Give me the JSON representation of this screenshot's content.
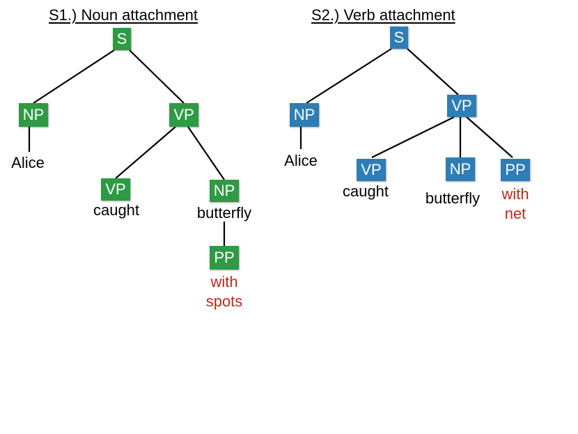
{
  "colors": {
    "tree1_node": "#2e9a44",
    "tree2_node": "#2e7db5",
    "pp_word": "#c0281c",
    "text": "#000000"
  },
  "tree1": {
    "title": "S1.) Noun attachment",
    "nodes": {
      "s": "S",
      "np": "NP",
      "vp": "VP",
      "vp_child": "VP",
      "np_child": "NP",
      "pp": "PP"
    },
    "words": {
      "alice": "Alice",
      "caught": "caught",
      "butterfly": "butterfly",
      "pp_line1": "with",
      "pp_line2": "spots"
    }
  },
  "tree2": {
    "title": "S2.) Verb attachment",
    "nodes": {
      "s": "S",
      "np": "NP",
      "vp": "VP",
      "vp_child": "VP",
      "np_child": "NP",
      "pp_child": "PP"
    },
    "words": {
      "alice": "Alice",
      "caught": "caught",
      "butterfly": "butterfly",
      "pp_line1": "with",
      "pp_line2": "net"
    }
  }
}
